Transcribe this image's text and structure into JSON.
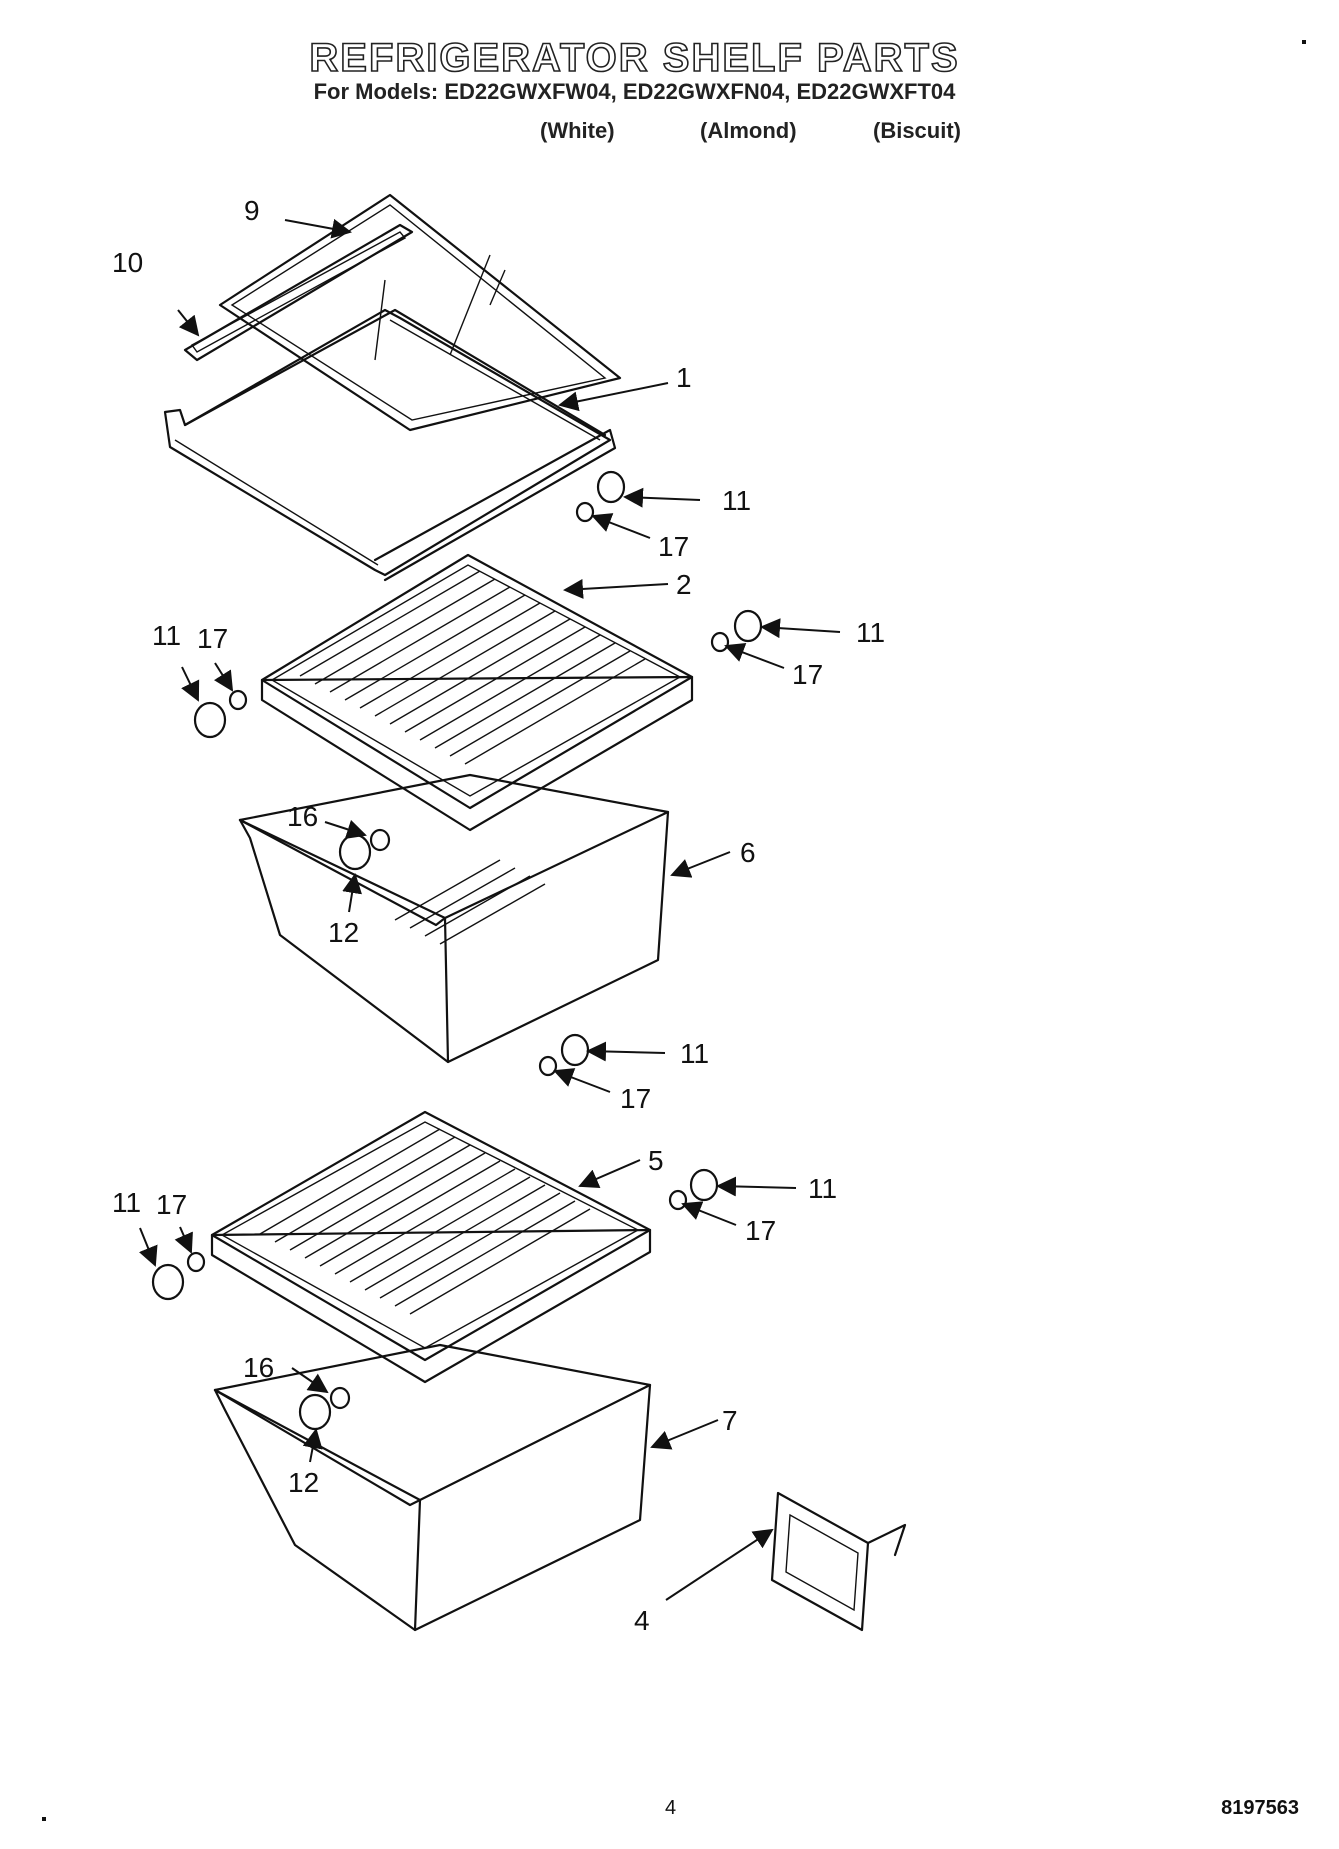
{
  "header": {
    "title": "REFRIGERATOR SHELF PARTS",
    "models": "For Models: ED22GWXFW04, ED22GWXFN04, ED22GWXFT04",
    "colors": [
      "(White)",
      "(Almond)",
      "(Biscuit)"
    ]
  },
  "callouts": {
    "c9": "9",
    "c10": "10",
    "c1": "1",
    "c11a": "11",
    "c17a": "17",
    "c2": "2",
    "c11b": "11",
    "c17b": "17",
    "c11c": "11",
    "c17c": "17",
    "c16a": "16",
    "c12a": "12",
    "c6": "6",
    "c11d": "11",
    "c17d": "17",
    "c5": "5",
    "c11e": "11",
    "c17e": "17",
    "c11f": "11",
    "c17f": "17",
    "c16b": "16",
    "c12b": "12",
    "c7": "7",
    "c4": "4"
  },
  "footer": {
    "page": "4",
    "code": "8197563"
  }
}
